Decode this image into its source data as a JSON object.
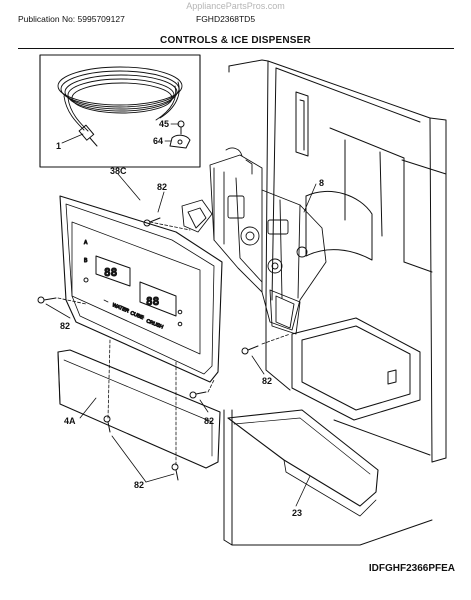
{
  "header": {
    "watermark": "AppliancePartsPros.com",
    "publication": "Publication No: 5995709127",
    "model": "FGHD2368TD5",
    "section_title": "CONTROLS & ICE DISPENSER"
  },
  "footer": {
    "figure_code": "IDFGHF2366PFEA"
  },
  "callouts": {
    "c1": "1",
    "c45": "45",
    "c64": "64",
    "c38c": "38C",
    "c82_top": "82",
    "c8": "8",
    "c82_left": "82",
    "c82_mid": "82",
    "c4a": "4A",
    "c82_low": "82",
    "c82_bottom": "82",
    "c23": "23"
  },
  "panel_text": {
    "display_left": "88",
    "display_right": "88",
    "icon_a": "A",
    "icon_b": "B",
    "btn_1": "WATER",
    "btn_2": "CUBE",
    "btn_3": "CRUSH"
  }
}
